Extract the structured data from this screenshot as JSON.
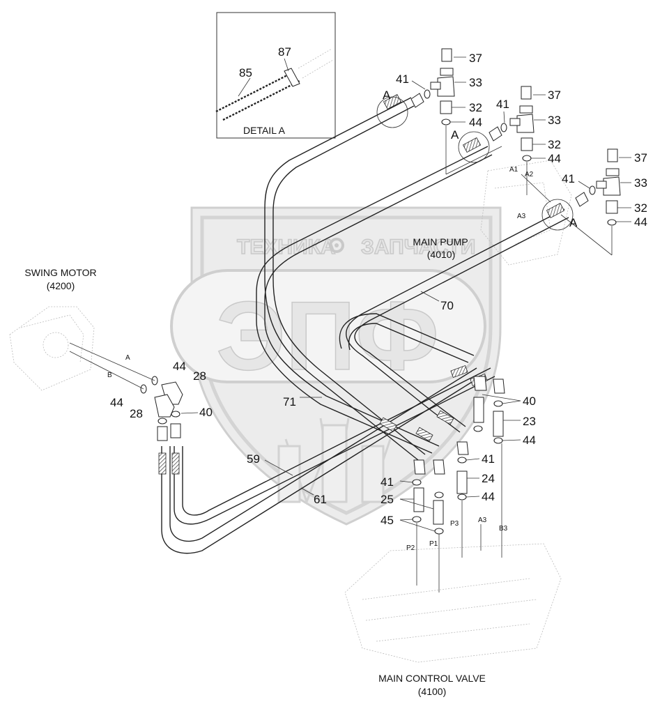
{
  "watermark": {
    "text_left": "ТЕХНИКА",
    "text_right": "ЗАПЧАСТИ",
    "monogram": "ЭПФ"
  },
  "detail": {
    "caption": "DETAIL A",
    "callout_85": "85",
    "callout_87": "87"
  },
  "components": {
    "main_pump": "MAIN PUMP",
    "main_pump_code": "(4010)",
    "swing_motor": "SWING MOTOR",
    "swing_motor_code": "(4200)",
    "main_control_valve": "MAIN CONTROL VALVE",
    "main_control_valve_code": "(4100)"
  },
  "port_labels": {
    "a1": "A1",
    "a2": "A2",
    "a3_pump": "A3",
    "a": "A",
    "b": "B",
    "p1": "P1",
    "p2": "P2",
    "p3": "P3",
    "a3_valve": "A3",
    "b3": "B3"
  },
  "detail_marks": [
    "A",
    "A",
    "A"
  ],
  "callouts": {
    "c37a": "37",
    "c41a": "41",
    "c33a": "33",
    "c32a": "32",
    "c44a": "44",
    "c37b": "37",
    "c41b": "41",
    "c33b": "33",
    "c32b": "32",
    "c44b": "44",
    "c37c": "37",
    "c41c": "41",
    "c33c": "33",
    "c32c": "32",
    "c44c": "44",
    "c70": "70",
    "c71": "71",
    "c44d": "44",
    "c28a": "28",
    "c44e": "44",
    "c28b": "28",
    "c40a": "40",
    "c40b": "40",
    "c23": "23",
    "c44f": "44",
    "c41d": "41",
    "c24": "24",
    "c44g": "44",
    "c41e": "41",
    "c25": "25",
    "c45": "45",
    "c59": "59",
    "c61": "61"
  }
}
